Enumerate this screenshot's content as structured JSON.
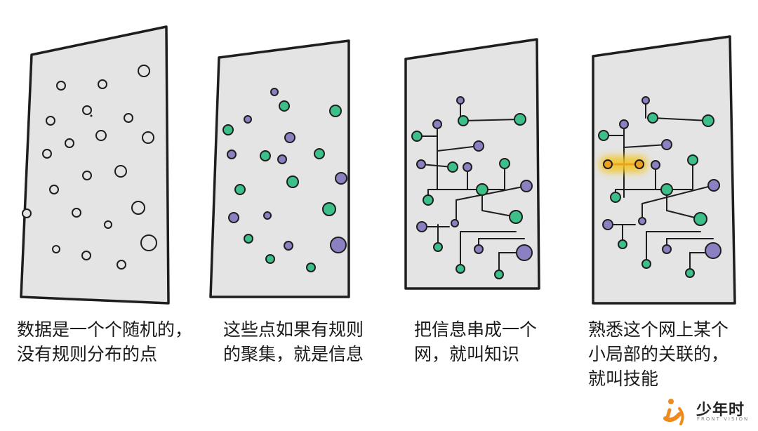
{
  "colors": {
    "panel_fill": "#e4e4e4",
    "ink": "#1e1e1e",
    "green": "#3dbf8a",
    "purple": "#8b80c2",
    "highlight": "#f3c520",
    "highlight_dot": "#f0a020"
  },
  "panels": [
    {
      "lines": [
        "数据是一个个随机的，",
        "没有规则分布的点"
      ],
      "dots": [
        [
          87,
          122,
          6,
          "w"
        ],
        [
          146,
          120,
          6,
          "w"
        ],
        [
          205,
          101,
          8,
          "w"
        ],
        [
          72,
          172,
          6,
          "w"
        ],
        [
          124,
          157,
          6,
          "w"
        ],
        [
          183,
          168,
          6,
          "w"
        ],
        [
          144,
          193,
          7,
          "w"
        ],
        [
          99,
          204,
          6,
          "w"
        ],
        [
          211,
          196,
          8,
          "w"
        ],
        [
          67,
          219,
          6,
          "w"
        ],
        [
          124,
          250,
          6,
          "w"
        ],
        [
          172,
          244,
          8,
          "w"
        ],
        [
          77,
          270,
          6,
          "w"
        ],
        [
          38,
          304,
          6,
          "w"
        ],
        [
          109,
          303,
          6,
          "w"
        ],
        [
          197,
          296,
          9,
          "w"
        ],
        [
          154,
          320,
          5,
          "w"
        ],
        [
          80,
          355,
          5,
          "w"
        ],
        [
          123,
          364,
          6,
          "w"
        ],
        [
          173,
          377,
          6,
          "w"
        ],
        [
          212,
          346,
          11,
          "w"
        ],
        [
          130,
          165,
          1.5,
          "k"
        ]
      ],
      "edges": []
    },
    {
      "lines": [
        "这些点如果有规则",
        "的聚集，就是信息"
      ],
      "dots": [
        [
          391,
          131,
          5,
          "p"
        ],
        [
          405,
          151,
          7,
          "g"
        ],
        [
          478,
          158,
          8,
          "g"
        ],
        [
          353,
          170,
          5,
          "p"
        ],
        [
          325,
          185,
          7,
          "g"
        ],
        [
          413,
          196,
          7,
          "p"
        ],
        [
          330,
          220,
          6,
          "p"
        ],
        [
          378,
          222,
          7,
          "g"
        ],
        [
          402,
          227,
          6,
          "p"
        ],
        [
          455,
          219,
          7,
          "g"
        ],
        [
          486,
          254,
          8,
          "p"
        ],
        [
          417,
          259,
          8,
          "g"
        ],
        [
          342,
          270,
          7,
          "g"
        ],
        [
          469,
          298,
          9,
          "g"
        ],
        [
          333,
          310,
          7,
          "p"
        ],
        [
          381,
          307,
          5,
          "p"
        ],
        [
          411,
          350,
          6,
          "p"
        ],
        [
          354,
          340,
          6,
          "g"
        ],
        [
          385,
          369,
          6,
          "g"
        ],
        [
          443,
          381,
          6,
          "g"
        ],
        [
          482,
          349,
          11,
          "p"
        ]
      ],
      "edges": []
    },
    {
      "lines": [
        "把信息串成一个",
        "网，就叫知识"
      ],
      "dots": [
        [
          656,
          143,
          5,
          "p"
        ],
        [
          660,
          172,
          7,
          "g"
        ],
        [
          623,
          177,
          6,
          "p"
        ],
        [
          741,
          170,
          8,
          "g"
        ],
        [
          594,
          194,
          7,
          "g"
        ],
        [
          682,
          208,
          7,
          "p"
        ],
        [
          600,
          234,
          6,
          "p"
        ],
        [
          645,
          238,
          7,
          "g"
        ],
        [
          666,
          238,
          6,
          "p"
        ],
        [
          719,
          233,
          7,
          "g"
        ],
        [
          750,
          265,
          8,
          "p"
        ],
        [
          687,
          270,
          8,
          "g"
        ],
        [
          610,
          285,
          7,
          "g"
        ],
        [
          735,
          309,
          9,
          "g"
        ],
        [
          601,
          323,
          7,
          "p"
        ],
        [
          648,
          318,
          5,
          "p"
        ],
        [
          682,
          355,
          6,
          "p"
        ],
        [
          624,
          352,
          6,
          "g"
        ],
        [
          656,
          383,
          6,
          "g"
        ],
        [
          711,
          391,
          6,
          "g"
        ],
        [
          747,
          360,
          11,
          "p"
        ]
      ],
      "edges": [
        [
          [
            656,
            143
          ],
          [
            656,
            172
          ]
        ],
        [
          [
            660,
            172
          ],
          [
            741,
            170
          ]
        ],
        [
          [
            594,
            194
          ],
          [
            623,
            194
          ]
        ],
        [
          [
            623,
            177
          ],
          [
            623,
            270
          ]
        ],
        [
          [
            623,
            215
          ],
          [
            682,
            208
          ]
        ],
        [
          [
            600,
            234
          ],
          [
            645,
            238
          ]
        ],
        [
          [
            666,
            238
          ],
          [
            666,
            270
          ]
        ],
        [
          [
            610,
            270
          ],
          [
            719,
            270
          ]
        ],
        [
          [
            610,
            270
          ],
          [
            610,
            285
          ]
        ],
        [
          [
            719,
            233
          ],
          [
            719,
            270
          ]
        ],
        [
          [
            687,
            270
          ],
          [
            687,
            300
          ]
        ],
        [
          [
            687,
            300
          ],
          [
            735,
            309
          ]
        ],
        [
          [
            650,
            285
          ],
          [
            750,
            265
          ]
        ],
        [
          [
            650,
            285
          ],
          [
            650,
            318
          ]
        ],
        [
          [
            601,
            323
          ],
          [
            640,
            323
          ]
        ],
        [
          [
            624,
            320
          ],
          [
            624,
            352
          ]
        ],
        [
          [
            656,
            330
          ],
          [
            656,
            383
          ]
        ],
        [
          [
            656,
            330
          ],
          [
            735,
            330
          ]
        ],
        [
          [
            682,
            340
          ],
          [
            682,
            355
          ]
        ],
        [
          [
            682,
            340
          ],
          [
            747,
            340
          ]
        ],
        [
          [
            711,
            360
          ],
          [
            711,
            391
          ]
        ],
        [
          [
            711,
            360
          ],
          [
            747,
            360
          ]
        ]
      ]
    },
    {
      "lines": [
        "熟悉这个网上某个",
        "小局部的关联的，",
        "就叫技能"
      ],
      "dots": [
        [
          920,
          143,
          5,
          "p"
        ],
        [
          930,
          168,
          7,
          "g"
        ],
        [
          889,
          177,
          6,
          "p"
        ],
        [
          1009,
          172,
          8,
          "g"
        ],
        [
          860,
          193,
          7,
          "g"
        ],
        [
          950,
          206,
          7,
          "p"
        ],
        [
          934,
          235,
          6,
          "p"
        ],
        [
          987,
          228,
          7,
          "g"
        ],
        [
          1017,
          264,
          8,
          "p"
        ],
        [
          950,
          270,
          8,
          "g"
        ],
        [
          877,
          281,
          7,
          "g"
        ],
        [
          998,
          312,
          9,
          "g"
        ],
        [
          866,
          320,
          7,
          "p"
        ],
        [
          915,
          315,
          5,
          "p"
        ],
        [
          950,
          355,
          6,
          "p"
        ],
        [
          887,
          348,
          6,
          "g"
        ],
        [
          921,
          376,
          6,
          "g"
        ],
        [
          983,
          389,
          6,
          "g"
        ],
        [
          1016,
          357,
          11,
          "p"
        ]
      ],
      "edges": [
        [
          [
            920,
            143
          ],
          [
            920,
            168
          ]
        ],
        [
          [
            930,
            168
          ],
          [
            1009,
            172
          ]
        ],
        [
          [
            860,
            193
          ],
          [
            889,
            193
          ]
        ],
        [
          [
            889,
            177
          ],
          [
            889,
            281
          ]
        ],
        [
          [
            889,
            210
          ],
          [
            950,
            206
          ]
        ],
        [
          [
            934,
            235
          ],
          [
            934,
            270
          ]
        ],
        [
          [
            877,
            270
          ],
          [
            987,
            270
          ]
        ],
        [
          [
            877,
            270
          ],
          [
            877,
            281
          ]
        ],
        [
          [
            987,
            228
          ],
          [
            987,
            270
          ]
        ],
        [
          [
            950,
            270
          ],
          [
            950,
            300
          ]
        ],
        [
          [
            950,
            300
          ],
          [
            998,
            312
          ]
        ],
        [
          [
            915,
            290
          ],
          [
            1017,
            264
          ]
        ],
        [
          [
            915,
            290
          ],
          [
            915,
            315
          ]
        ],
        [
          [
            866,
            320
          ],
          [
            905,
            320
          ]
        ],
        [
          [
            887,
            320
          ],
          [
            887,
            348
          ]
        ],
        [
          [
            921,
            330
          ],
          [
            921,
            376
          ]
        ],
        [
          [
            921,
            330
          ],
          [
            998,
            330
          ]
        ],
        [
          [
            950,
            340
          ],
          [
            950,
            355
          ]
        ],
        [
          [
            950,
            340
          ],
          [
            1016,
            340
          ]
        ],
        [
          [
            983,
            360
          ],
          [
            983,
            389
          ]
        ],
        [
          [
            983,
            360
          ],
          [
            1016,
            360
          ]
        ]
      ],
      "highlight": {
        "from": [
          866,
          234
        ],
        "to": [
          911,
          234
        ]
      }
    }
  ],
  "logo": {
    "name": "少年时",
    "sub": "FRONT VISION"
  }
}
